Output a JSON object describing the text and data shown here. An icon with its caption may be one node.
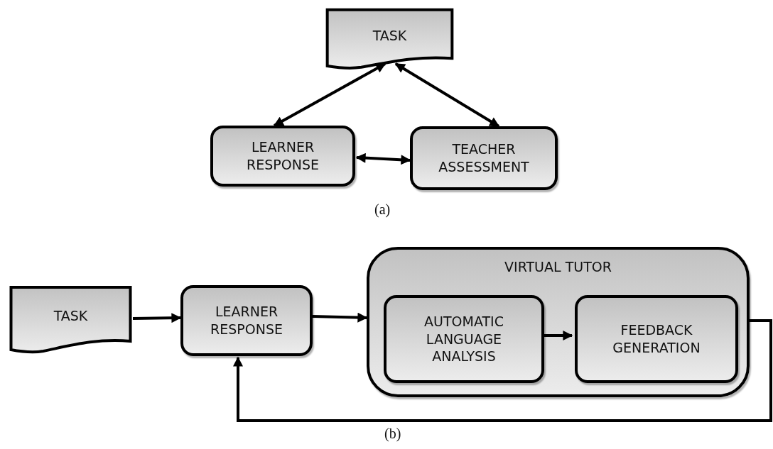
{
  "diagram": {
    "nodes": [
      {
        "text": [
          "TASK"
        ]
      },
      {
        "text": [
          "LEARNER RESPONSE"
        ]
      },
      {
        "text": [
          "TEACHER ASSESSMENT"
        ]
      },
      {
        "text": [
          "TASK"
        ]
      },
      {
        "text": [
          "LEARNER RESPONSE"
        ]
      },
      {
        "text": [
          "VIRTUAL TUTOR"
        ]
      },
      {
        "text": [
          "AUTOMATIC LANGUAGE ANALYSIS"
        ],
        "in": 5
      },
      {
        "text": [
          "FEEDBACK GENERATION"
        ],
        "in": 5
      }
    ],
    "edges": [
      {
        "from": 0,
        "to": 1,
        "arrow": "both"
      },
      {
        "from": 0,
        "to": 2,
        "arrow": "both"
      },
      {
        "from": 1,
        "to": 2,
        "arrow": "both"
      },
      {
        "from": 3,
        "to": 4,
        "arrow": "to"
      },
      {
        "from": 4,
        "to": 5,
        "arrow": "to"
      },
      {
        "from": 6,
        "to": 7,
        "arrow": "to"
      },
      {
        "from": 5,
        "to": 4,
        "arrow": "to"
      }
    ],
    "labels": [
      "(a)",
      "(b)"
    ]
  }
}
